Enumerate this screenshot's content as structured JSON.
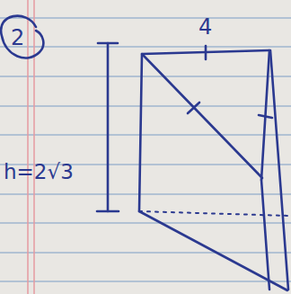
{
  "diagram": {
    "labels": [
      "2",
      "h=2√3",
      "4"
    ]
  }
}
